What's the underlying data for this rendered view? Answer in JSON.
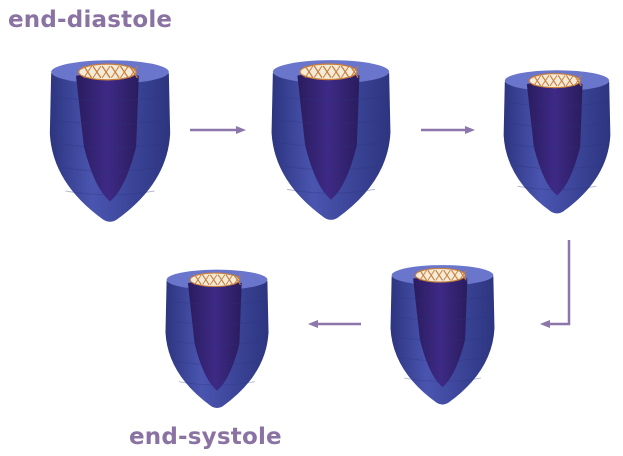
{
  "labels": {
    "start": "end-diastole",
    "end": "end-systole"
  },
  "stages": [
    {
      "stage": 1,
      "phase": "end-diastole"
    },
    {
      "stage": 2
    },
    {
      "stage": 3
    },
    {
      "stage": 4
    },
    {
      "stage": 5,
      "phase": "end-systole"
    }
  ],
  "flow": [
    "stage-1",
    "stage-2",
    "stage-3",
    "stage-4",
    "stage-5"
  ],
  "colors": {
    "label_text": "#8a73a3",
    "outer_wall": "#4a55b0",
    "outer_wall_dark": "#2d3580",
    "inner_cavity": "#3e2a86",
    "inner_cavity_dark": "#2a1c5e",
    "rim": "#6a75cc",
    "mesh_lines": "#c97f3a",
    "arrow": "#8d77aa"
  }
}
